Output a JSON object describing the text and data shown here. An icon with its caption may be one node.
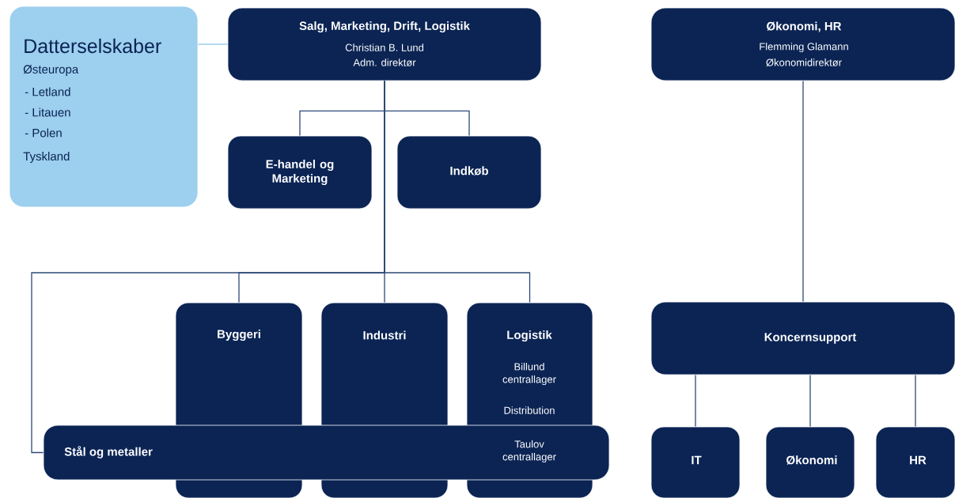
{
  "diagram": {
    "nodes": [
      {
        "text": [
          "Datterselskaber",
          "Østeuropa",
          "- Letland",
          "- Litauen",
          "- Polen",
          "Tyskland"
        ]
      },
      {
        "text": [
          "Salg, Marketing, Drift, Logistik",
          "Christian B. Lund",
          "Adm. direktør"
        ]
      },
      {
        "text": [
          "E-handel og Marketing"
        ]
      },
      {
        "text": [
          "Indkøb"
        ]
      },
      {
        "text": [
          "Byggeri"
        ]
      },
      {
        "text": [
          "Industri"
        ]
      },
      {
        "text": [
          "Logistik",
          "Billund centrallager",
          "Distribution",
          "Taulov centrallager"
        ]
      },
      {
        "text": [
          "Stål og metaller"
        ]
      },
      {
        "text": [
          "Økonomi, HR",
          "Flemming Glamann",
          "Økonomidirektør"
        ]
      },
      {
        "text": [
          "Koncernsupport"
        ]
      },
      {
        "text": [
          "IT"
        ]
      },
      {
        "text": [
          "Økonomi"
        ]
      },
      {
        "text": [
          "HR"
        ]
      }
    ],
    "edges": [
      {
        "from": 0,
        "to": 1,
        "arrow": "none",
        "color": "#9dcfee"
      },
      {
        "from": 1,
        "to": 2,
        "arrow": "none"
      },
      {
        "from": 1,
        "to": 3,
        "arrow": "none"
      },
      {
        "from": 1,
        "to": 4,
        "arrow": "none"
      },
      {
        "from": 1,
        "to": 5,
        "arrow": "none"
      },
      {
        "from": 1,
        "to": 6,
        "arrow": "none"
      },
      {
        "from": 1,
        "to": 7,
        "arrow": "none"
      },
      {
        "from": 8,
        "to": 9,
        "arrow": "none"
      },
      {
        "from": 9,
        "to": 10,
        "arrow": "none"
      },
      {
        "from": 9,
        "to": 11,
        "arrow": "none"
      },
      {
        "from": 9,
        "to": 12,
        "arrow": "none"
      }
    ]
  }
}
